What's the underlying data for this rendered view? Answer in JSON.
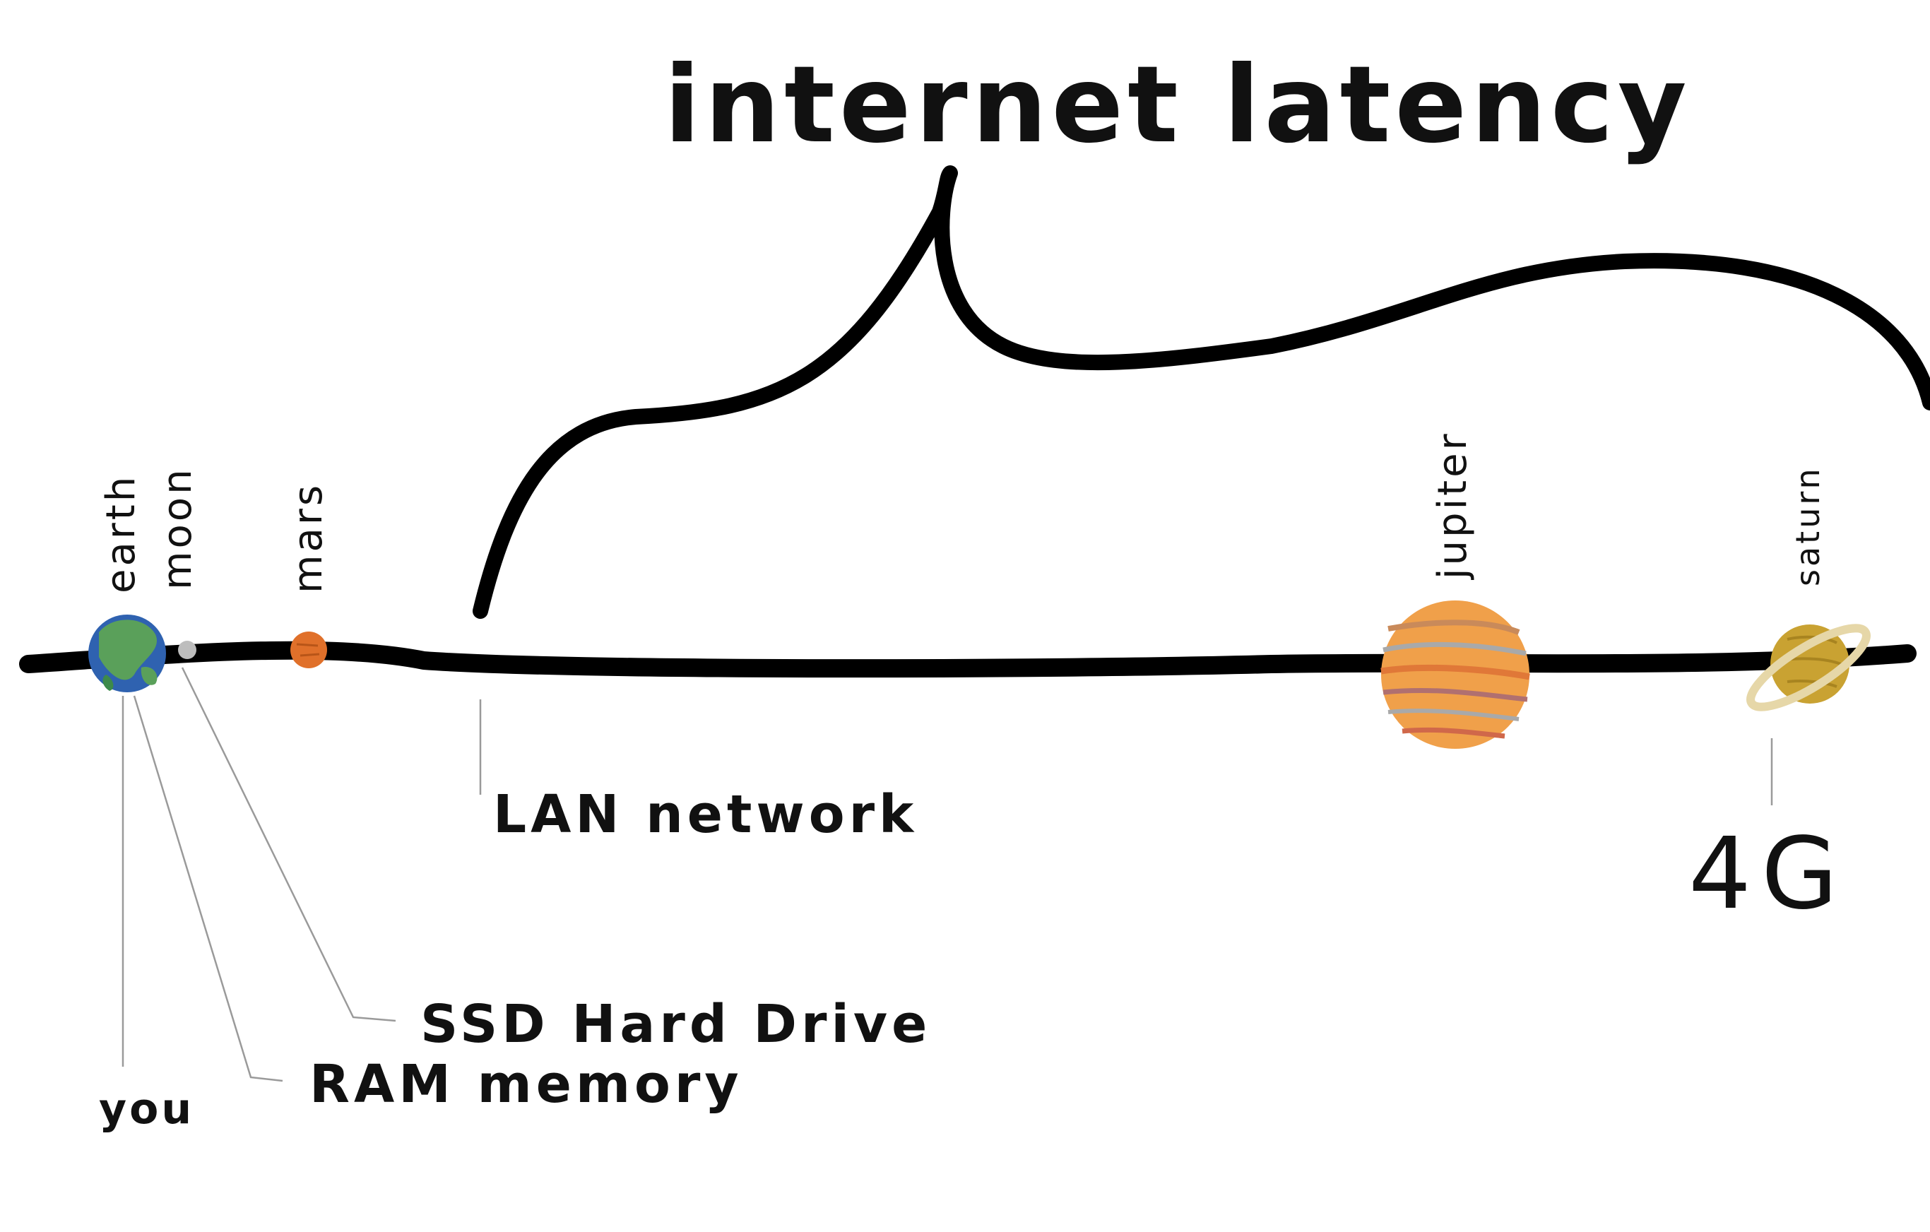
{
  "title": "internet latency",
  "planets": {
    "earth": "earth",
    "moon": "moon",
    "mars": "mars",
    "jupiter": "jupiter",
    "saturn": "saturn"
  },
  "labels": {
    "you": "you",
    "ram": "RAM memory",
    "ssd": "SSD Hard Drive",
    "lan": "LAN network",
    "fourg": "4G"
  },
  "colors": {
    "line": "#000000",
    "earth_ocean": "#2f62b0",
    "earth_land": "#5aa05a",
    "moon": "#bdbdbd",
    "mars": "#e0702a",
    "jupiter": "#f0a04a",
    "saturn": "#c9a232",
    "saturn_ring": "#e6d7a8"
  }
}
